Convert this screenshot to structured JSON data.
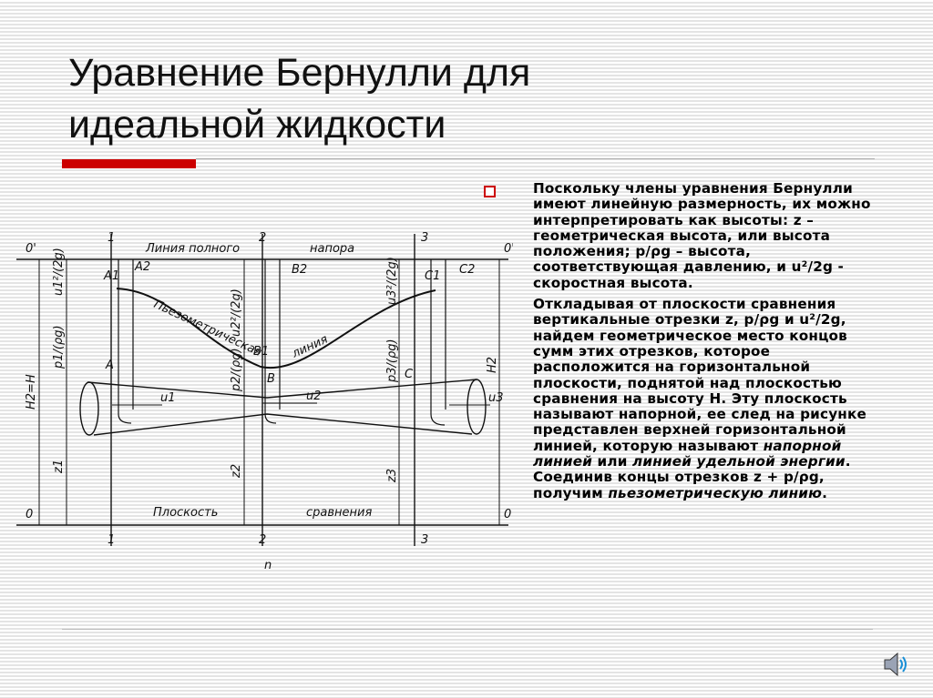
{
  "title": {
    "line1": "Уравнение Бернулли для",
    "line2": "идеальной жидкости"
  },
  "body": {
    "p1": "Поскольку члены уравнения Бернулли имеют линейную размерность, их можно интерпретировать как высоты:  z –геометрическая высота, или высота положения;  p/ρg – высота, соответствующая давлению, и   u²/2g  - скоростная высота.",
    "p2_a": "Откладывая от плоскости сравнения вертикальные отрезки z,  p/ρg и  u²/2g, найдем геометрическое место концов сумм этих отрезков, которое расположится на горизонтальной плоскости, поднятой над плоскостью сравнения на высоту Н. Эту плоскость называют напорной, ее след на рисунке представлен верхней горизонтальной линией, которую называют ",
    "p2_i1": "напорной линией",
    "p2_b": " или ",
    "p2_i2": "линией удельной энергии",
    "p2_c": ". Соединив концы отрезков  z + p/ρg, получим ",
    "p2_i3": "пьезометрическую линию",
    "p2_d": "."
  },
  "diagram": {
    "total_head_1": "Линия полного",
    "total_head_2": "напора",
    "piezo_1": "Пьезометрическая",
    "piezo_2": "линия",
    "plane_1": "Плоскость",
    "plane_2": "сравнения",
    "sec1": "1",
    "sec2": "2",
    "sec3": "3",
    "top_plane": "0'",
    "bottom_plane": "0",
    "A": "A",
    "A1": "A1",
    "A2": "A2",
    "B": "B",
    "B1": "B1",
    "B2": "B2",
    "C": "C",
    "C1": "C1",
    "C2": "C2",
    "u1": "u1",
    "u2": "u2",
    "u3": "u3",
    "z1": "z1",
    "z2": "z2",
    "z3": "z3",
    "p1": "p1/(ρg)",
    "p2": "p2/(ρg)",
    "p3": "p3/(ρg)",
    "v1": "u1²/(2g)",
    "v2": "u2²/(2g)",
    "v3": "u3²/(2g)",
    "H": "H2=H",
    "H2": "H2",
    "caption": "n"
  },
  "icons": {
    "speaker": "speaker-icon"
  },
  "colors": {
    "accent": "#cc0000"
  }
}
